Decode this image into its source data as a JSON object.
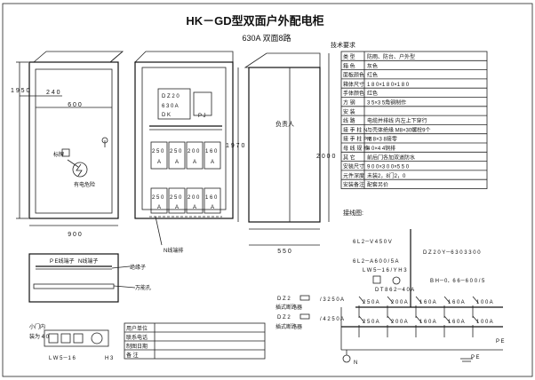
{
  "title": "HK－GD型双面户外配电柜",
  "subtitle": "630A  双面8路",
  "spec_table": {
    "heading": "技术要求",
    "rows": [
      {
        "label": "类  型",
        "value": "防雨、防台、户外型"
      },
      {
        "label": "箱  色",
        "value": "灰色"
      },
      {
        "label": "面板颜色",
        "value": "红色"
      },
      {
        "label": "箱体尺寸",
        "value": "1 8 0×1 8 0×1 8 0"
      },
      {
        "label": "手体颜色",
        "value": "红色"
      },
      {
        "label": "方  钢",
        "value": "3 5×3 5角钢制作"
      },
      {
        "label": "安  装",
        "value": ""
      },
      {
        "label": "线  路",
        "value": "电缆并排线  内左上下穿行"
      },
      {
        "label": "接  手 柱  N",
        "value": "与壳体绝缘  M8×30螺栓9个"
      },
      {
        "label": "接  手 柱  P E",
        "value": "M 8×3 8接零"
      },
      {
        "label": "母 线 规 格",
        "value": "4 0×4 4铜排"
      },
      {
        "label": "其  它",
        "value": "前后门各加双道防水"
      },
      {
        "label": "安装尺寸",
        "value": "9 0 0×3 0 0×5 5 0"
      },
      {
        "label": "元件深度",
        "value": "未装2，8门2，0"
      },
      {
        "label": "安装备注",
        "value": "配套另价"
      }
    ]
  },
  "elevation": {
    "front_width": "9 0 0",
    "height_label": "1 9 5 0",
    "door_width": "6 0 0",
    "dim_240": "2 4 0",
    "side_height": "1 9 7 0",
    "side_2000": "2 0 0 0",
    "side_width": "5 5 0",
    "sign_label": "标牌",
    "hazard_text": "有电危险",
    "lock_label": "负责人",
    "n_row_label": "N线端排",
    "pe_row_label": "P E线端子",
    "n_term_label": "N线端子",
    "insulator_label": "绝缘子",
    "hole_label": "万能孔",
    "small_door_label": "小门内",
    "small_door_sub": "装为 4 0",
    "meter_label": "L W 5－1 6",
    "meter_code": "H 3"
  },
  "breaker_panel": {
    "top_labels": [
      "D Z 2 0",
      "6 3 0 A",
      "D K"
    ],
    "right_label": "P J",
    "breakers": [
      {
        "rating": "2 5 0",
        "unit": "A"
      },
      {
        "rating": "2 5 0",
        "unit": "A"
      },
      {
        "rating": "2 0 0",
        "unit": "A"
      },
      {
        "rating": "1 6 0",
        "unit": "A"
      }
    ],
    "breakers_low": [
      {
        "rating": "2 5 0",
        "unit": "A"
      },
      {
        "rating": "2 5 0",
        "unit": "A"
      },
      {
        "rating": "2 0 0",
        "unit": "A"
      },
      {
        "rating": "1 6 0",
        "unit": "A"
      }
    ]
  },
  "legend_table": {
    "rows": [
      "用户单位",
      "联系电话",
      "制图日期",
      "备  注"
    ]
  },
  "schematic": {
    "heading": "接线图:",
    "volt_label": "6 L 2－V    4 5 0 V",
    "amp_label": "6 L 2－A  6 0 0 / 5 A",
    "switch_label": "L W 5－1 6 / Y H 3",
    "main_breaker": "D Z 2 0 Y－6 3 0  3 3 0 0",
    "meter_label": "B H－0．6 6－6 0 0 / 5",
    "dt_label": "D T 8 6 2－4 0 A",
    "dz_label_1": "D Z 2",
    "dz_text_1": "插式断路器",
    "dz_label_2": "D Z 2",
    "dz_text_2": "插式断路器",
    "row1_left": "/ 3 2 5 0 A",
    "row2_left": "/ 4 2 5 0 A",
    "row1_ratings": [
      "2 5 0 A",
      "2 0 0 A",
      "1 6 0 A",
      "1 6 0 A",
      "1 0 0 A"
    ],
    "row2_ratings": [
      "2 5 0 A",
      "2 0 0 A",
      "1 6 0 A",
      "1 6 0 A",
      "1 0 0 A"
    ],
    "n_label": "N",
    "pe_label": "P E",
    "pe_label_2": "P E"
  }
}
